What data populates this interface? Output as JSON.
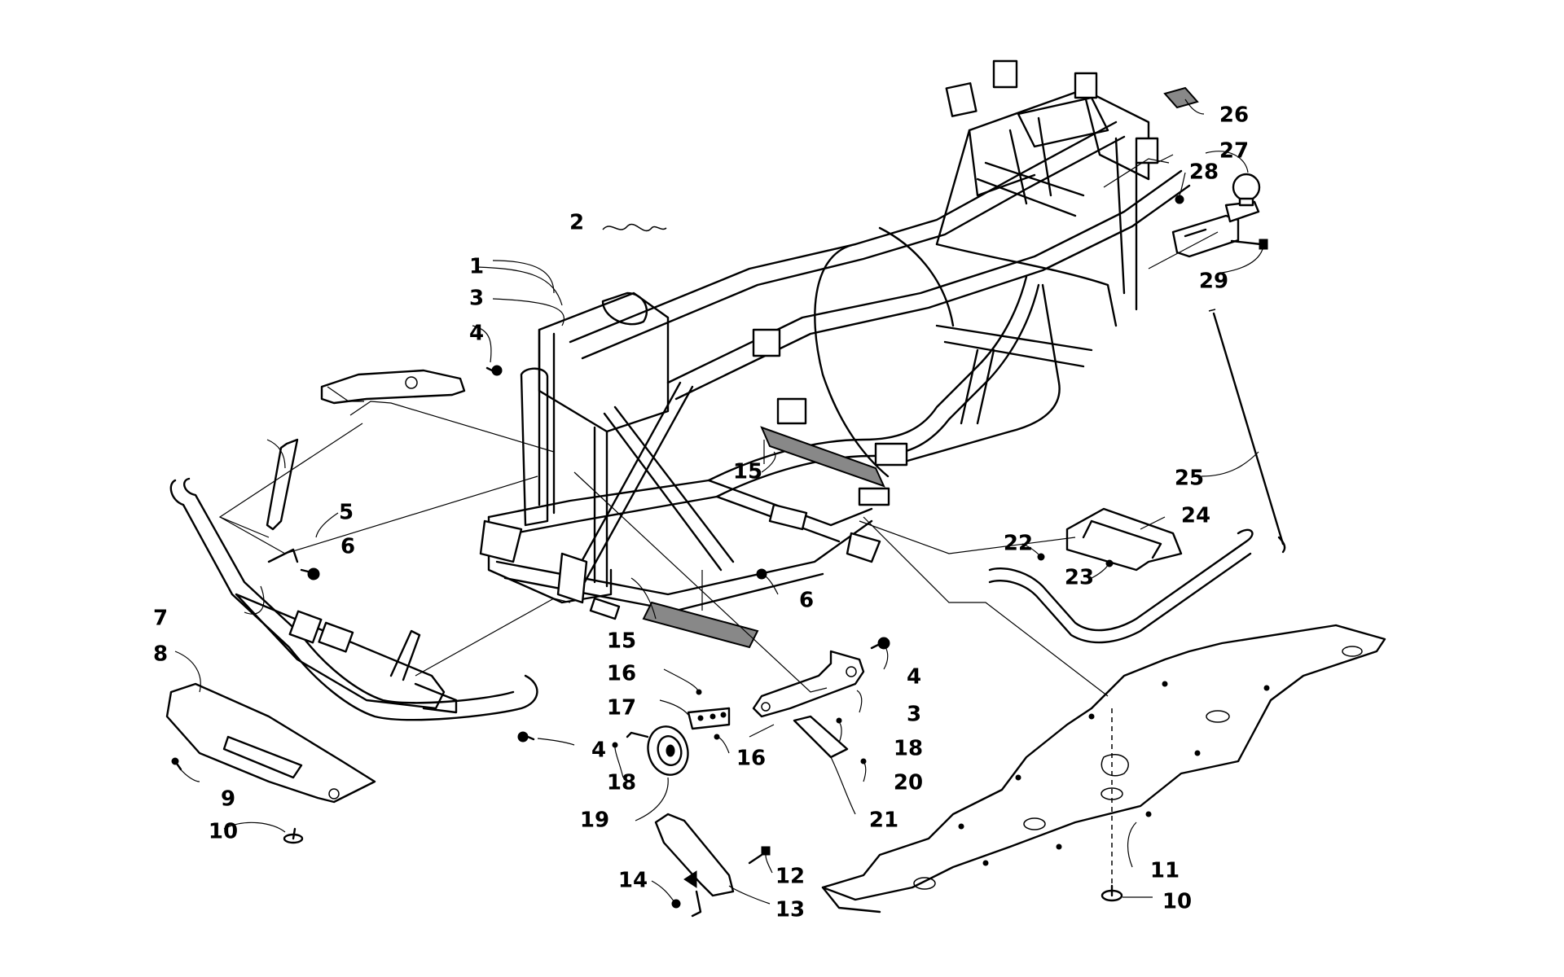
{
  "callouts": [
    {
      "id": "1",
      "text": "1"
    },
    {
      "id": "2",
      "text": "2"
    },
    {
      "id": "3a",
      "text": "3"
    },
    {
      "id": "4a",
      "text": "4"
    },
    {
      "id": "5",
      "text": "5"
    },
    {
      "id": "6a",
      "text": "6"
    },
    {
      "id": "7",
      "text": "7"
    },
    {
      "id": "8",
      "text": "8"
    },
    {
      "id": "9",
      "text": "9"
    },
    {
      "id": "10a",
      "text": "10"
    },
    {
      "id": "15a",
      "text": "15"
    },
    {
      "id": "15b",
      "text": "15"
    },
    {
      "id": "6b",
      "text": "6"
    },
    {
      "id": "16a",
      "text": "16"
    },
    {
      "id": "17",
      "text": "17"
    },
    {
      "id": "4b",
      "text": "4"
    },
    {
      "id": "3b",
      "text": "3"
    },
    {
      "id": "4c",
      "text": "4"
    },
    {
      "id": "18a",
      "text": "18"
    },
    {
      "id": "16b",
      "text": "16"
    },
    {
      "id": "18b",
      "text": "18"
    },
    {
      "id": "19",
      "text": "19"
    },
    {
      "id": "20",
      "text": "20"
    },
    {
      "id": "21",
      "text": "21"
    },
    {
      "id": "14",
      "text": "14"
    },
    {
      "id": "12",
      "text": "12"
    },
    {
      "id": "13",
      "text": "13"
    },
    {
      "id": "11",
      "text": "11"
    },
    {
      "id": "10b",
      "text": "10"
    },
    {
      "id": "22",
      "text": "22"
    },
    {
      "id": "23",
      "text": "23"
    },
    {
      "id": "24",
      "text": "24"
    },
    {
      "id": "25",
      "text": "25"
    },
    {
      "id": "26",
      "text": "26"
    },
    {
      "id": "27",
      "text": "27"
    },
    {
      "id": "28",
      "text": "28"
    },
    {
      "id": "29",
      "text": "29"
    }
  ]
}
